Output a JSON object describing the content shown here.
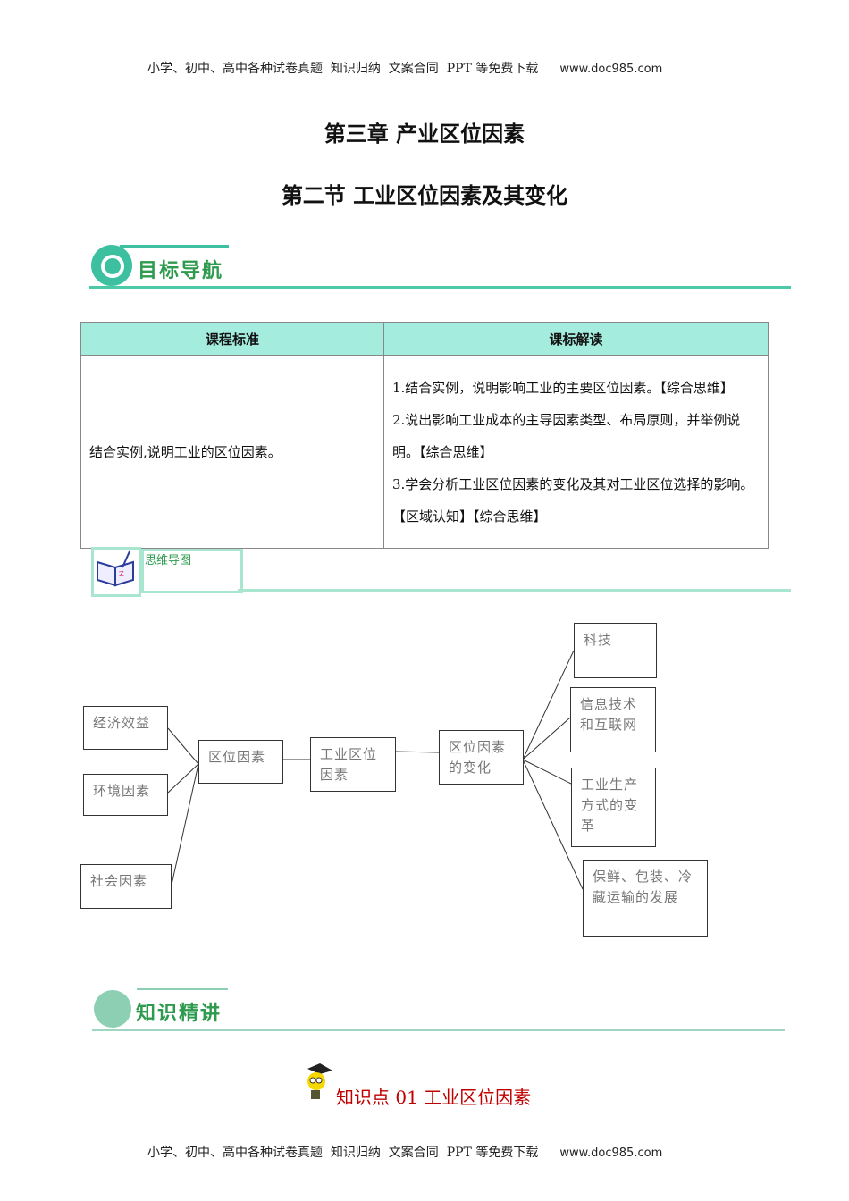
{
  "header": {
    "text": "小学、初中、高中各种试卷真题  知识归纳  文案合同  PPT 等免费下载",
    "site": "www.doc985.com"
  },
  "footer": {
    "text": "小学、初中、高中各种试卷真题  知识归纳  文案合同  PPT 等免费下载",
    "site": "www.doc985.com"
  },
  "chapter_title": "第三章  产业区位因素",
  "section_title": "第二节  工业区位因素及其变化",
  "sections": {
    "goal": "目标导航",
    "mindmap": "思维导图",
    "knowledge": "知识精讲"
  },
  "table": {
    "headers": [
      "课程标准",
      "课标解读"
    ],
    "standard": "结合实例,说明工业的区位因素。",
    "interpretation": [
      "1.结合实例，说明影响工业的主要区位因素。【综合思维】",
      "2.说出影响工业成本的主导因素类型、布局原则，并举例说明。【综合思维】",
      "3.学会分析工业区位因素的变化及其对工业区位选择的影响。【区域认知】【综合思维】"
    ]
  },
  "mindmap": {
    "factors": [
      "经济效益",
      "环境因素",
      "社会因素"
    ],
    "location_factors": "区位因素",
    "industrial": "工业区位因素",
    "change": "区位因素的变化",
    "changes": [
      "科技",
      "信息技术和互联网",
      "工业生产方式的变革",
      "保鲜、包装、冷藏运输的发展"
    ]
  },
  "knowledge_point": "知识点 01 工业区位因素",
  "colors": {
    "accent": "#4ccaa8",
    "header_bg": "#a4ecde",
    "kp": "#c00000"
  }
}
